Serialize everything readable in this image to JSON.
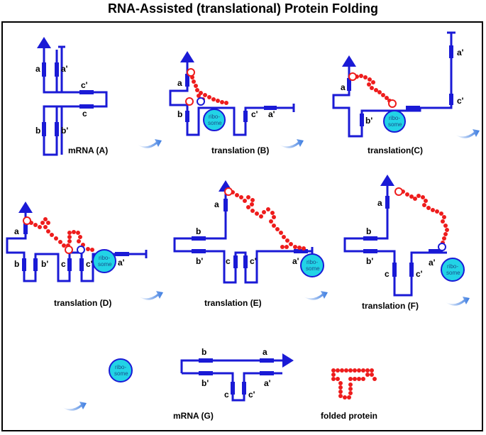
{
  "title": "RNA-Assisted (translational) Protein Folding",
  "colors": {
    "mrna": "#1a1ad6",
    "protein": "#ee1c1c",
    "ribosome": "#22d3e6",
    "arrow": "#3a7be0"
  },
  "ribosome_label_line1": "ribo-",
  "ribosome_label_line2": "some",
  "panels": {
    "A": {
      "caption": "mRNA (A)",
      "labels": {
        "a": "a",
        "a_prime": "a'",
        "b": "b",
        "b_prime": "b'",
        "c": "c",
        "c_prime": "c'"
      }
    },
    "B": {
      "caption": "translation (B)",
      "labels": {
        "a": "a",
        "b": "b",
        "c_prime": "c'",
        "a_prime": "a'"
      }
    },
    "C": {
      "caption": "translation(C)",
      "labels": {
        "a": "a",
        "b_prime": "b'",
        "a_prime": "a'",
        "c_prime": "c'"
      }
    },
    "D": {
      "caption": "translation (D)",
      "labels": {
        "a": "a",
        "b": "b",
        "b_prime": "b'",
        "c": "c",
        "c_prime": "c'",
        "a_prime": "a'"
      }
    },
    "E": {
      "caption": "translation (E)",
      "labels": {
        "a": "a",
        "b": "b",
        "b_prime": "b'",
        "c": "c",
        "c_prime": "c'",
        "a_prime": "a'"
      }
    },
    "F": {
      "caption": "translation (F)",
      "labels": {
        "a": "a",
        "b": "b",
        "b_prime": "b'",
        "c": "c",
        "c_prime": "c'",
        "a_prime": "a'"
      }
    },
    "G": {
      "caption": "mRNA  (G)",
      "labels": {
        "a": "a",
        "b": "b",
        "b_prime": "b'",
        "a_prime": "a'",
        "c": "c",
        "c_prime": "c'"
      }
    }
  },
  "folded_protein_label": "folded protein"
}
